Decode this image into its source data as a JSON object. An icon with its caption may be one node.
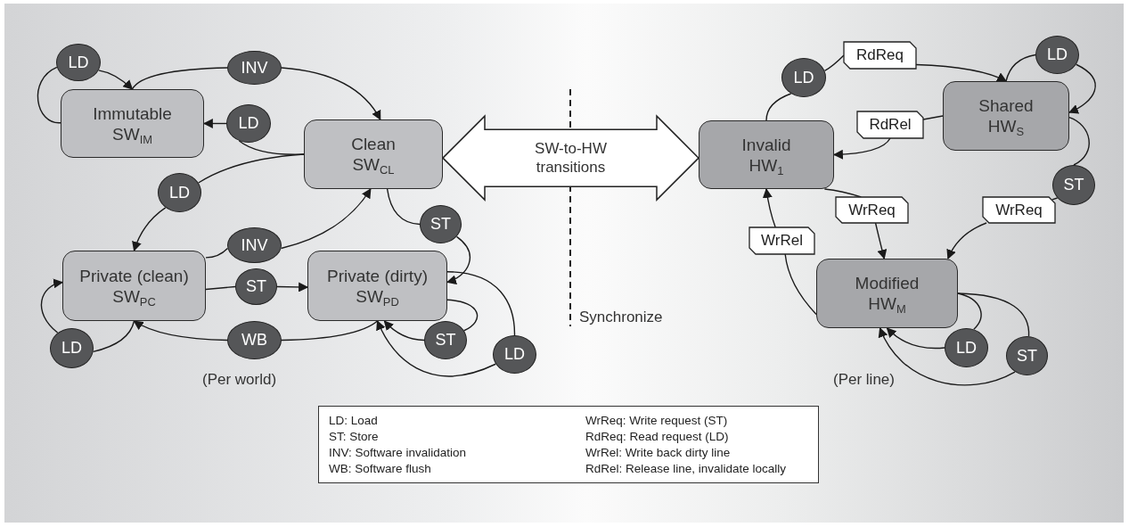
{
  "diagram": {
    "nodes": [
      {
        "text": [
          "LD"
        ]
      },
      {
        "text": [
          "INV"
        ]
      },
      {
        "text": [
          "Immutable",
          "SW$_{IM}$"
        ]
      },
      {
        "text": [
          "LD"
        ]
      },
      {
        "text": [
          "Clean",
          "SW$_{CL}$"
        ]
      },
      {
        "text": [
          "LD: Load",
          "WrReq: Write request (ST)",
          "ST: Store",
          "RdReq: Read request (LD)",
          "INV: Software invalidation",
          "WrRel: Write back dirty line",
          "WB: Software flush",
          "RdRel: Release line, invalidate locally"
        ]
      },
      {
        "text": [
          "LD"
        ]
      },
      {
        "text": [
          "INV"
        ]
      },
      {
        "text": [
          "ST"
        ]
      },
      {
        "text": [
          "Private (clean)",
          "SW$_{PC}$"
        ]
      },
      {
        "text": [
          "ST"
        ]
      },
      {
        "text": [
          "Private (dirty)",
          "SW$_{PD}$"
        ]
      },
      {
        "text": [
          "WB"
        ]
      },
      {
        "text": [
          "ST"
        ]
      },
      {
        "text": [
          "LD"
        ]
      },
      {
        "text": [
          "LD"
        ]
      },
      {
        "text": [
          "RdReq"
        ]
      },
      {
        "text": [
          "LD"
        ]
      },
      {
        "text": [
          "LD"
        ]
      },
      {
        "text": [
          "Shared",
          "HW$_{S}$"
        ]
      },
      {
        "text": [
          "RdRel"
        ]
      },
      {
        "text": [
          "Invalid",
          "HW$_{1}$"
        ]
      },
      {
        "text": [
          "ST"
        ]
      },
      {
        "text": [
          "WrReq"
        ]
      },
      {
        "text": [
          "WrReq"
        ]
      },
      {
        "text": [
          "WrRel"
        ]
      },
      {
        "text": [
          "Modified",
          "HW$_{M}$"
        ]
      },
      {
        "text": [
          "LD"
        ]
      },
      {
        "text": [
          "ST"
        ]
      }
    ],
    "edges": [
      {
        "from": 2,
        "to": 0,
        "arrow": "none"
      },
      {
        "from": 0,
        "to": 2,
        "arrow": "to"
      },
      {
        "from": 2,
        "to": 1,
        "arrow": "none"
      },
      {
        "from": 1,
        "to": 4,
        "arrow": "to"
      },
      {
        "from": 4,
        "to": 3,
        "arrow": "none"
      },
      {
        "from": 3,
        "to": 2,
        "arrow": "to"
      },
      {
        "from": 4,
        "to": 6,
        "arrow": "none"
      },
      {
        "from": 6,
        "to": 9,
        "arrow": "to"
      },
      {
        "from": 9,
        "to": 7,
        "arrow": "none"
      },
      {
        "from": 7,
        "to": 4,
        "arrow": "to"
      },
      {
        "from": 9,
        "to": 10,
        "arrow": "none"
      },
      {
        "from": 10,
        "to": 11,
        "arrow": "to"
      },
      {
        "from": 4,
        "to": 8,
        "arrow": "none"
      },
      {
        "from": 8,
        "to": 11,
        "arrow": "to"
      },
      {
        "from": 9,
        "to": 14,
        "arrow": "none"
      },
      {
        "from": 14,
        "to": 9,
        "arrow": "to"
      },
      {
        "from": 11,
        "to": 12,
        "arrow": "none"
      },
      {
        "from": 12,
        "to": 9,
        "arrow": "to"
      },
      {
        "from": 11,
        "to": 13,
        "arrow": "none"
      },
      {
        "from": 13,
        "to": 11,
        "arrow": "to"
      },
      {
        "from": 11,
        "to": 15,
        "arrow": "none"
      },
      {
        "from": 15,
        "to": 11,
        "arrow": "to"
      },
      {
        "from": 21,
        "to": 18,
        "arrow": "none"
      },
      {
        "from": 18,
        "to": 16,
        "arrow": "none"
      },
      {
        "from": 16,
        "to": 19,
        "arrow": "to"
      },
      {
        "from": 19,
        "to": 17,
        "arrow": "none"
      },
      {
        "from": 17,
        "to": 19,
        "arrow": "to"
      },
      {
        "from": 19,
        "to": 20,
        "arrow": "none"
      },
      {
        "from": 20,
        "to": 21,
        "arrow": "to"
      },
      {
        "from": 19,
        "to": 22,
        "arrow": "none"
      },
      {
        "from": 22,
        "to": 24,
        "arrow": "none"
      },
      {
        "from": 24,
        "to": 26,
        "arrow": "to"
      },
      {
        "from": 21,
        "to": 23,
        "arrow": "none"
      },
      {
        "from": 23,
        "to": 26,
        "arrow": "to"
      },
      {
        "from": 26,
        "to": 25,
        "arrow": "none"
      },
      {
        "from": 25,
        "to": 21,
        "arrow": "to"
      },
      {
        "from": 26,
        "to": 27,
        "arrow": "none"
      },
      {
        "from": 27,
        "to": 26,
        "arrow": "to"
      },
      {
        "from": 26,
        "to": 28,
        "arrow": "none"
      },
      {
        "from": 28,
        "to": 26,
        "arrow": "to"
      },
      {
        "from": 4,
        "to": 21,
        "arrow": "both",
        "label": "SW-to-HW transitions",
        "style": "thick"
      }
    ],
    "labels": [
      "Synchronize",
      "(Per world)",
      "(Per line)"
    ]
  }
}
